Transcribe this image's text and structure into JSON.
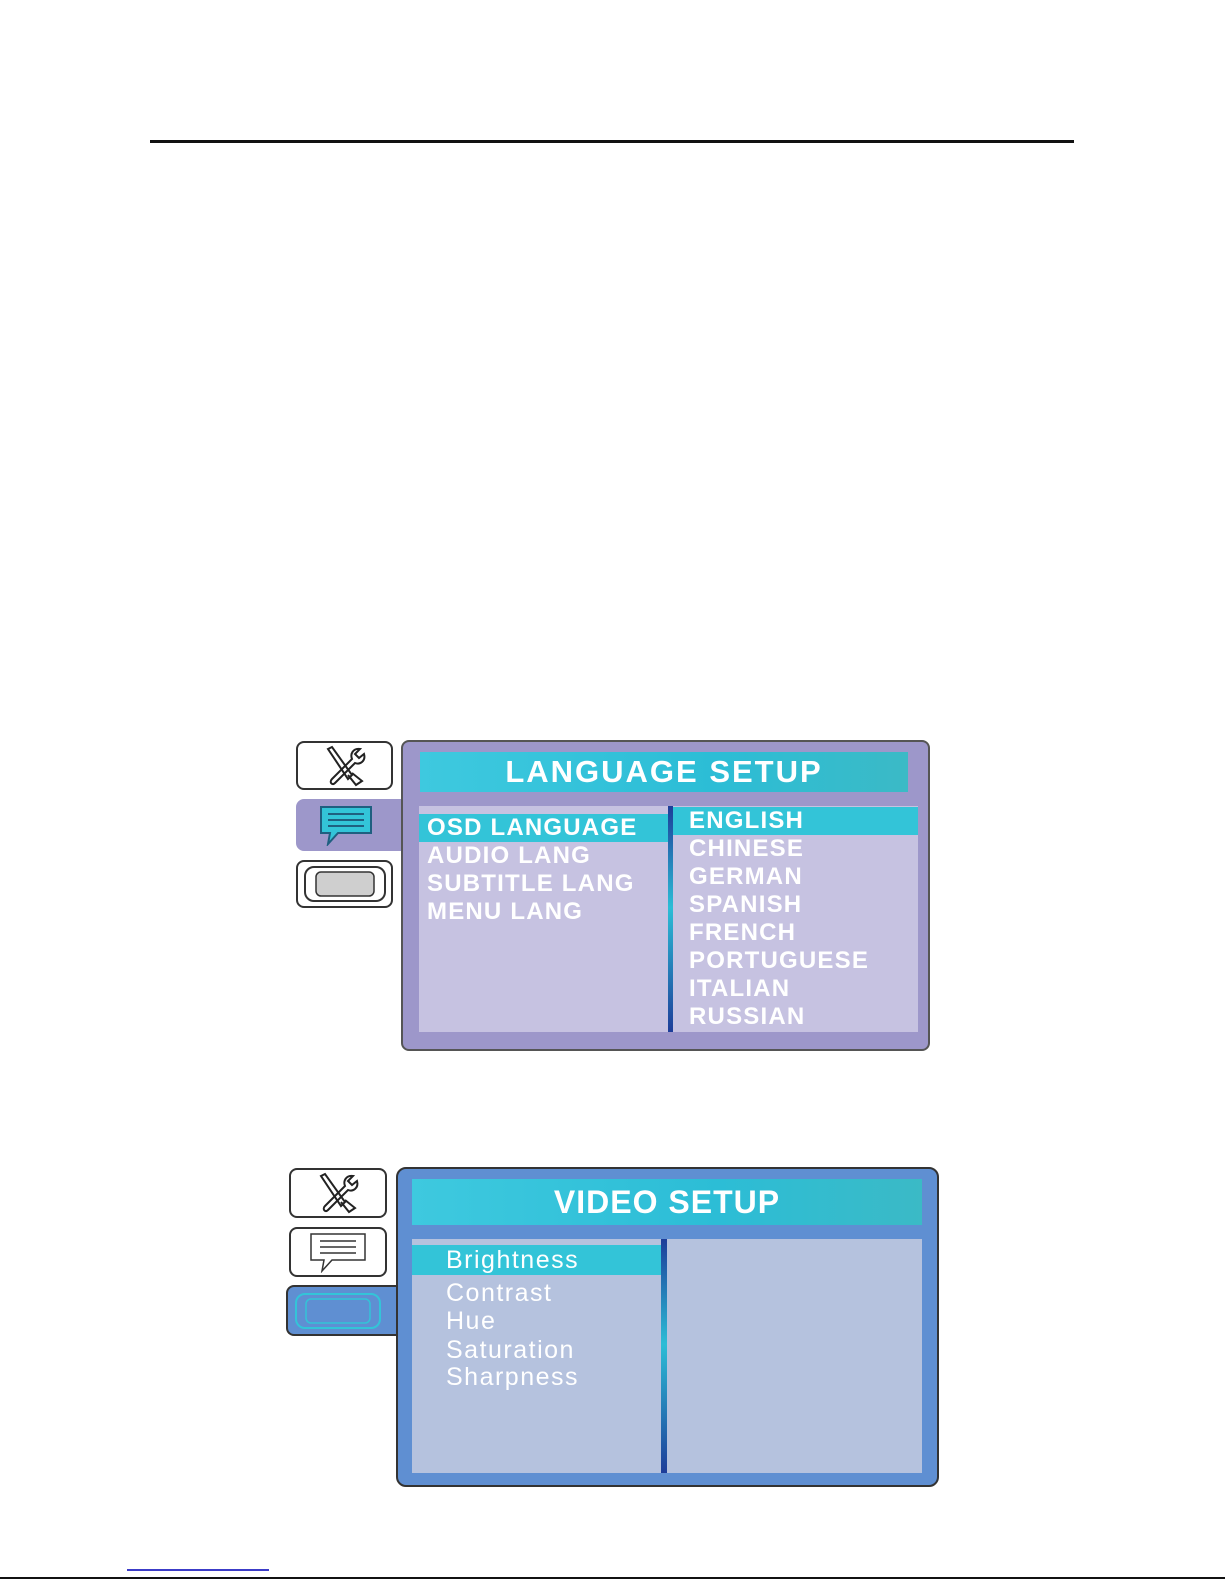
{
  "language_setup": {
    "title": "LANGUAGE  SETUP",
    "menu_items": [
      "OSD LANGUAGE",
      "AUDIO LANG",
      "SUBTITLE LANG",
      "MENU LANG"
    ],
    "selected_menu_item": "OSD LANGUAGE",
    "options": [
      "ENGLISH",
      "CHINESE",
      "GERMAN",
      "SPANISH",
      "FRENCH",
      "PORTUGUESE",
      "ITALIAN",
      "RUSSIAN"
    ],
    "selected_option": "ENGLISH",
    "active_tab": "language-tab",
    "tab_icons": [
      "tools-icon",
      "speech-bubble-icon",
      "screen-icon"
    ]
  },
  "video_setup": {
    "title": "VIDEO SETUP",
    "menu_items": [
      "Brightness",
      "Contrast",
      "Hue",
      "Saturation",
      "Sharpness"
    ],
    "selected_menu_item": "Brightness",
    "active_tab": "video-tab",
    "tab_icons": [
      "tools-icon",
      "speech-bubble-icon",
      "screen-icon"
    ]
  },
  "colors": {
    "language_panel": "#9d97ca",
    "video_panel": "#5f8fd2",
    "highlight": "#33c4d8",
    "list_bg_language": "#c6c2e1",
    "list_bg_video": "#b5c2de"
  }
}
